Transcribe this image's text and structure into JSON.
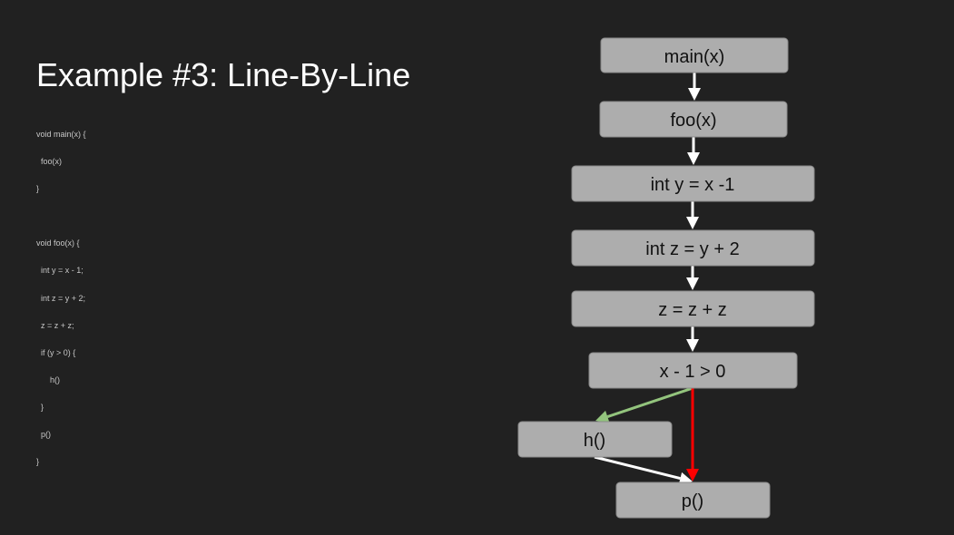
{
  "title": "Example #3: Line-By-Line",
  "code_lines": [
    "void main(x) {",
    "  foo(x)",
    "}",
    "",
    "void foo(x) {",
    "  int y = x - 1;",
    "  int z = y + 2;",
    "  z = z + z;",
    "  if (y > 0) {",
    "      h()",
    "  }",
    "  p()",
    "}"
  ],
  "diagram": {
    "nodes": [
      {
        "id": "main",
        "label": "main(x)"
      },
      {
        "id": "foo",
        "label": "foo(x)"
      },
      {
        "id": "int-y",
        "label": "int y = x -1"
      },
      {
        "id": "int-z",
        "label": "int z = y + 2"
      },
      {
        "id": "z-assign",
        "label": "z = z + z"
      },
      {
        "id": "cond",
        "label": "x - 1 > 0"
      },
      {
        "id": "h",
        "label": "h()"
      },
      {
        "id": "p",
        "label": "p()"
      }
    ],
    "edges": [
      {
        "from": "main",
        "to": "foo",
        "color": "#ffffff"
      },
      {
        "from": "foo",
        "to": "int-y",
        "color": "#ffffff"
      },
      {
        "from": "int-y",
        "to": "int-z",
        "color": "#ffffff"
      },
      {
        "from": "int-z",
        "to": "z-assign",
        "color": "#ffffff"
      },
      {
        "from": "z-assign",
        "to": "cond",
        "color": "#ffffff"
      },
      {
        "from": "cond",
        "to": "h",
        "color": "#93c47d"
      },
      {
        "from": "cond",
        "to": "p",
        "color": "#ff0000"
      },
      {
        "from": "h",
        "to": "p",
        "color": "#ffffff"
      }
    ]
  }
}
